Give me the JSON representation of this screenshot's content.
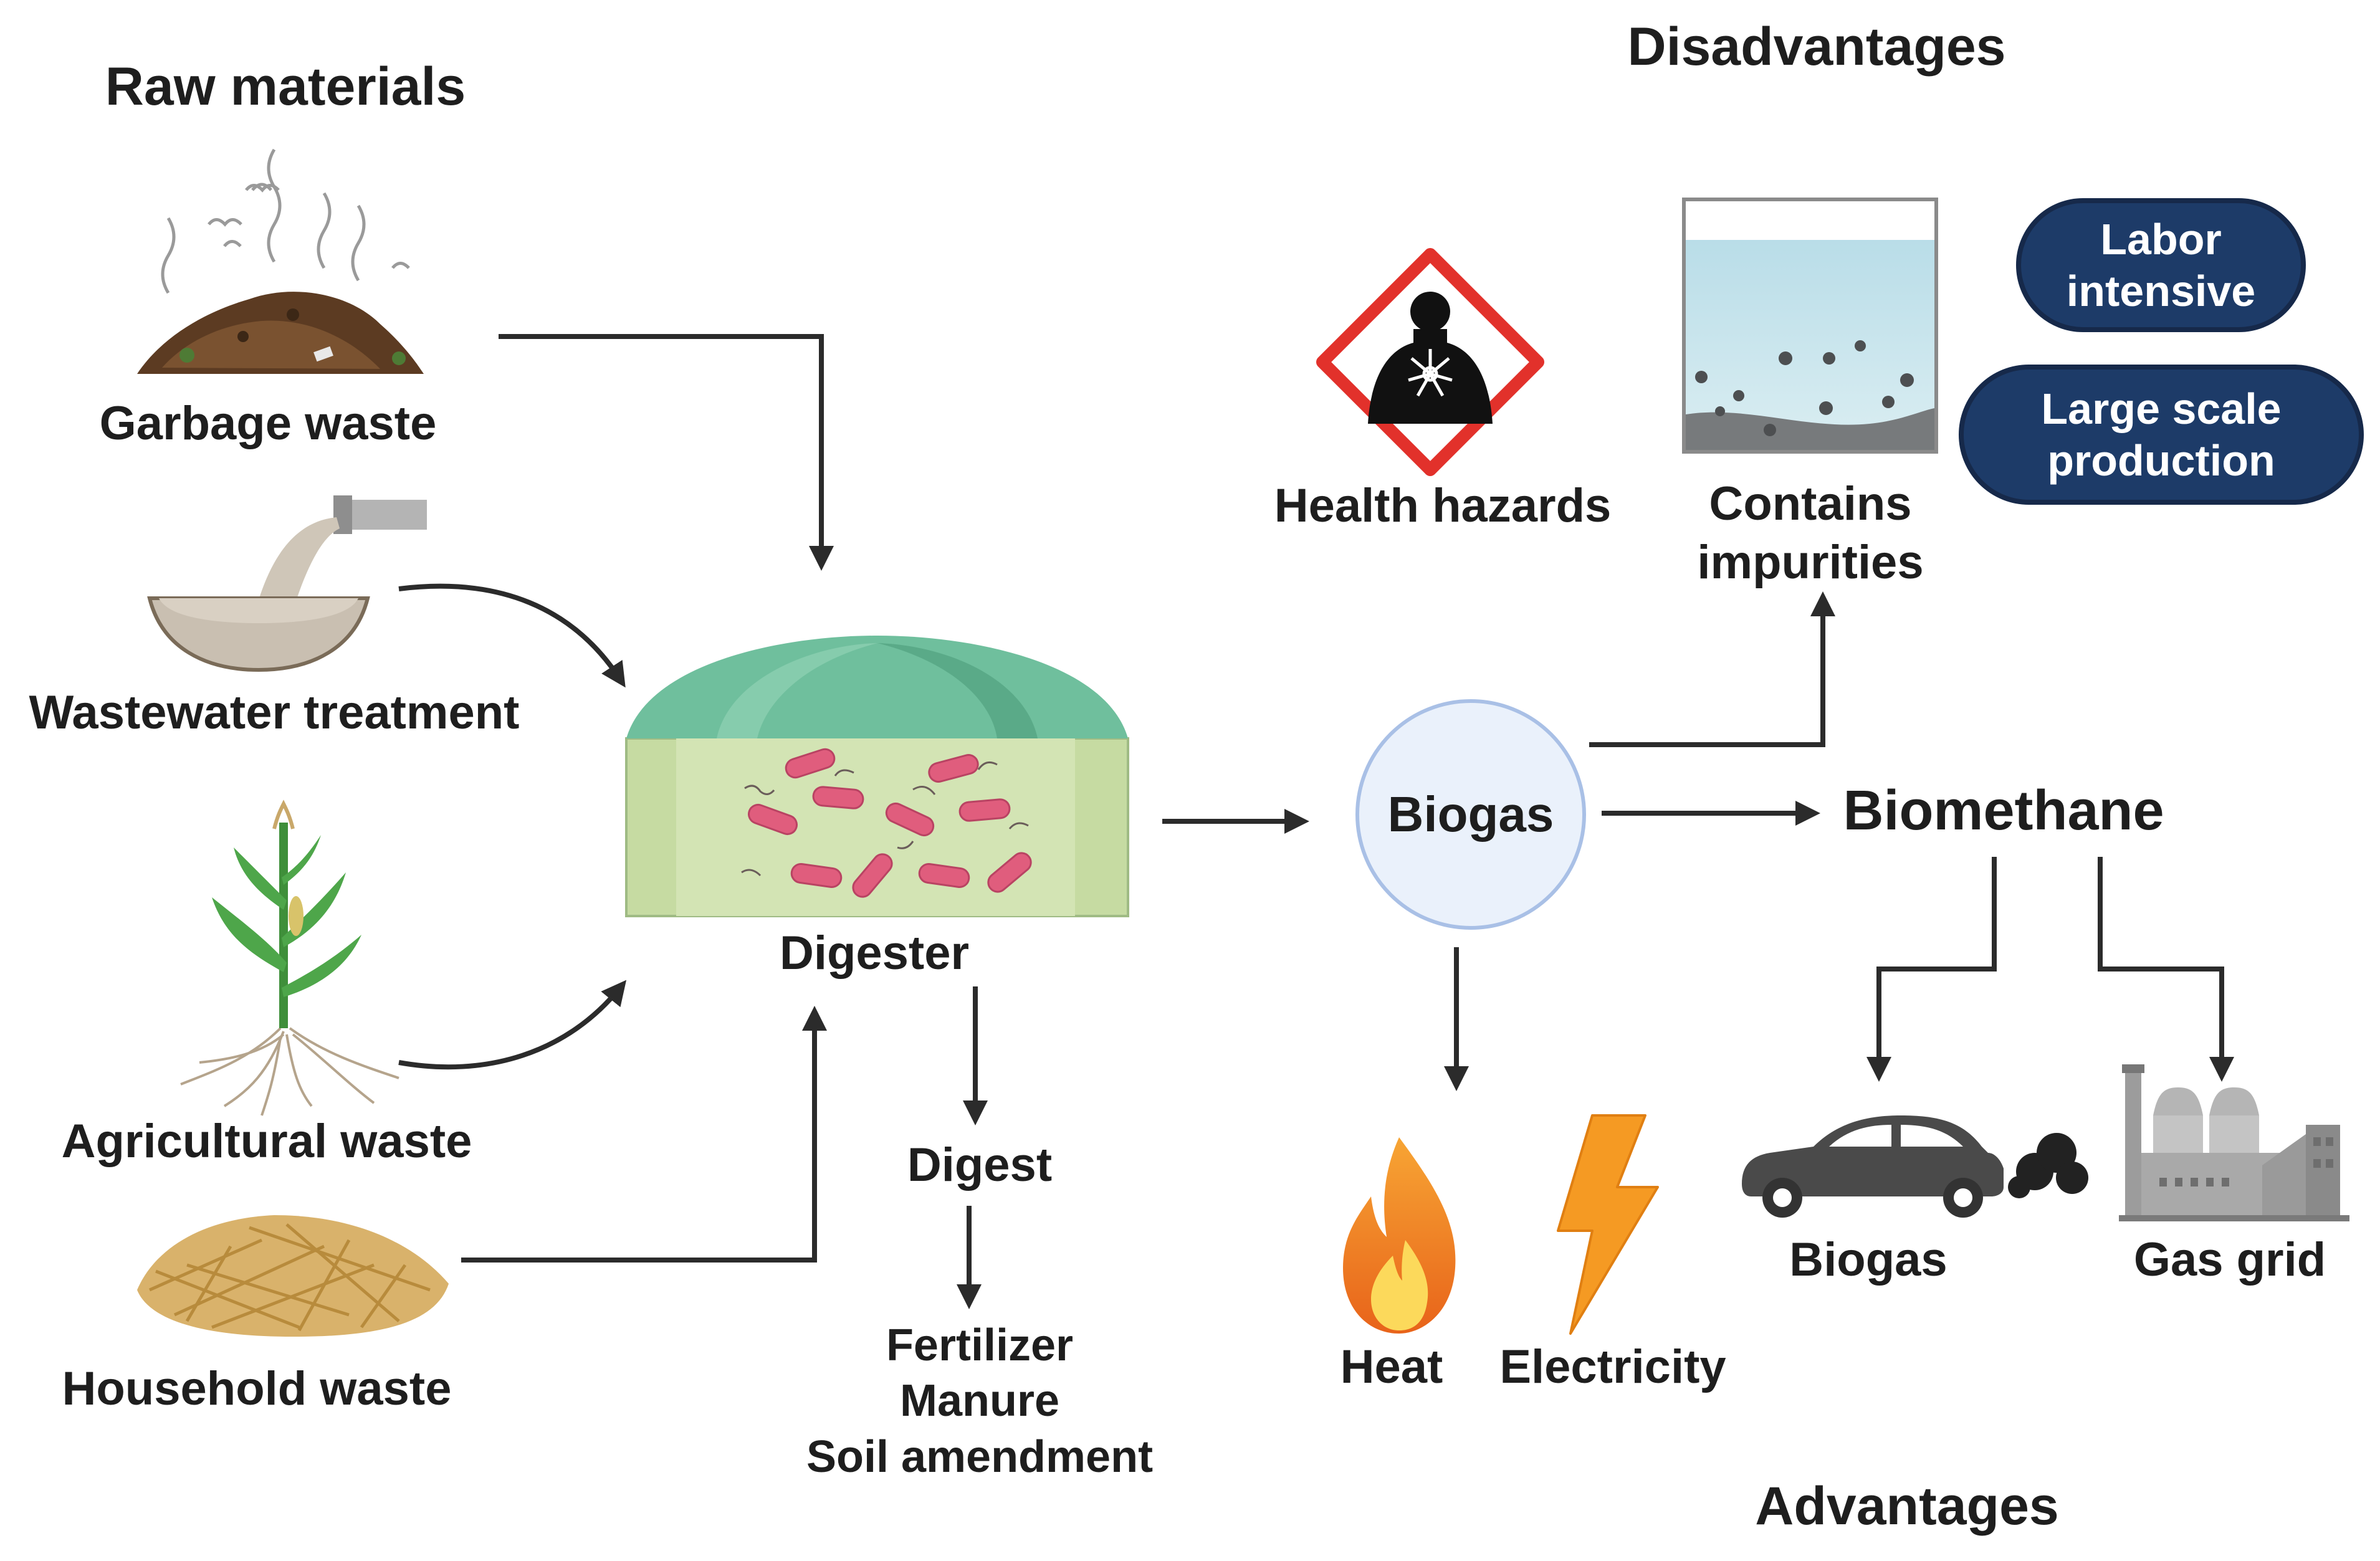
{
  "headings": {
    "raw_materials": "Raw materials",
    "disadvantages": "Disadvantages",
    "advantages": "Advantages"
  },
  "raw_materials": [
    {
      "label": "Garbage waste",
      "icon": "garbage-pile-icon"
    },
    {
      "label": "Wastewater treatment",
      "icon": "wastewater-pipe-icon"
    },
    {
      "label": "Agricultural waste",
      "icon": "corn-plant-icon"
    },
    {
      "label": "Household waste",
      "icon": "straw-pile-icon"
    }
  ],
  "digester": {
    "label": "Digester",
    "icon": "digester-tank-icon"
  },
  "digest": {
    "label": "Digest",
    "products": [
      "Fertilizer",
      "Manure",
      "Soil amendment"
    ]
  },
  "biogas_node": {
    "label": "Biogas"
  },
  "biomethane": {
    "label": "Biomethane"
  },
  "disadvantages": {
    "health": {
      "label": "Health hazards",
      "icon": "health-hazard-icon"
    },
    "impurities": {
      "lines": [
        "Contains",
        "impurities"
      ],
      "icon": "impurity-tank-icon"
    },
    "labor": {
      "lines": [
        "Labor",
        "intensive"
      ]
    },
    "scale": {
      "lines": [
        "Large scale",
        "production"
      ]
    }
  },
  "advantages": {
    "heat": {
      "label": "Heat",
      "icon": "flame-icon"
    },
    "electricity": {
      "label": "Electricity",
      "icon": "lightning-icon"
    },
    "vehicle": {
      "label": "Biogas",
      "icon": "car-icon"
    },
    "grid": {
      "label": "Gas grid",
      "icon": "factory-icon"
    }
  },
  "colors": {
    "arrow": "#2b2b2b",
    "pill_fill": "#1d3b68",
    "digester_dome": "#6fbf9d",
    "digester_body": "#c6dba2",
    "bacteria": "#e05d7d",
    "hazard_red": "#e2312b",
    "flame_orange": "#f38a1e",
    "bolt_orange": "#f59a23"
  }
}
